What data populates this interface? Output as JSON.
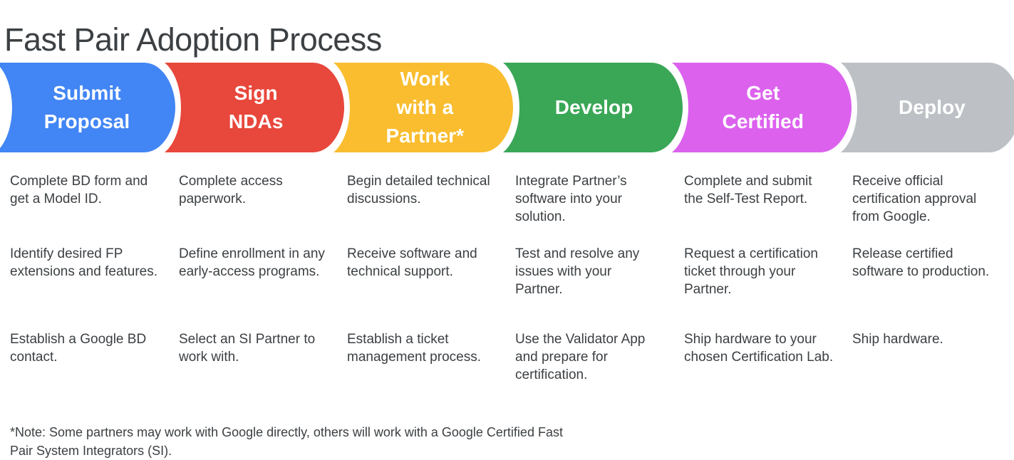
{
  "title": "Fast Pair Adoption Process",
  "colors": {
    "blue": "#4285F4",
    "red": "#E8473B",
    "yellow": "#F9BD2F",
    "green": "#3AA757",
    "magenta": "#DC62EE",
    "gray": "#BDC1C6",
    "text": "#3c4043",
    "banner_text": "#ffffff",
    "background": "#ffffff"
  },
  "stages": [
    {
      "id": "submit-proposal",
      "label": "Submit Proposal",
      "label_lines": [
        "Submit",
        "Proposal"
      ],
      "color": "#4285F4",
      "steps": [
        "Complete BD form and get a Model ID.",
        "Identify desired FP extensions and features.",
        "Establish a Google BD contact."
      ]
    },
    {
      "id": "sign-ndas",
      "label": "Sign NDAs",
      "label_lines": [
        "Sign",
        "NDAs"
      ],
      "color": "#E8473B",
      "steps": [
        "Complete access paperwork.",
        "Define enrollment in any early-access programs.",
        "Select an SI Partner to work with."
      ]
    },
    {
      "id": "work-with-a-partner",
      "label": "Work with a Partner*",
      "label_lines": [
        "Work",
        "with a",
        "Partner*"
      ],
      "color": "#F9BD2F",
      "steps": [
        "Begin detailed technical discussions.",
        "Receive software and technical support.",
        "Establish a ticket management process."
      ]
    },
    {
      "id": "develop",
      "label": "Develop",
      "label_lines": [
        "Develop"
      ],
      "color": "#3AA757",
      "steps": [
        "Integrate Partner’s software into your solution.",
        "Test and resolve any issues with your Partner.",
        "Use the Validator App and prepare for certification."
      ]
    },
    {
      "id": "get-certified",
      "label": "Get Certified",
      "label_lines": [
        "Get",
        "Certified"
      ],
      "color": "#DC62EE",
      "steps": [
        "Complete and submit the Self-Test Report.",
        "Request a certification ticket through your Partner.",
        "Ship hardware to your chosen Certification Lab."
      ]
    },
    {
      "id": "deploy",
      "label": "Deploy",
      "label_lines": [
        "Deploy"
      ],
      "color": "#BDC1C6",
      "steps": [
        "Receive official certification approval from Google.",
        "Release certified software to production.",
        "Ship hardware."
      ]
    }
  ],
  "footnote": "*Note: Some partners may work with Google directly, others will work with a Google Certified Fast Pair System Integrators (SI)."
}
